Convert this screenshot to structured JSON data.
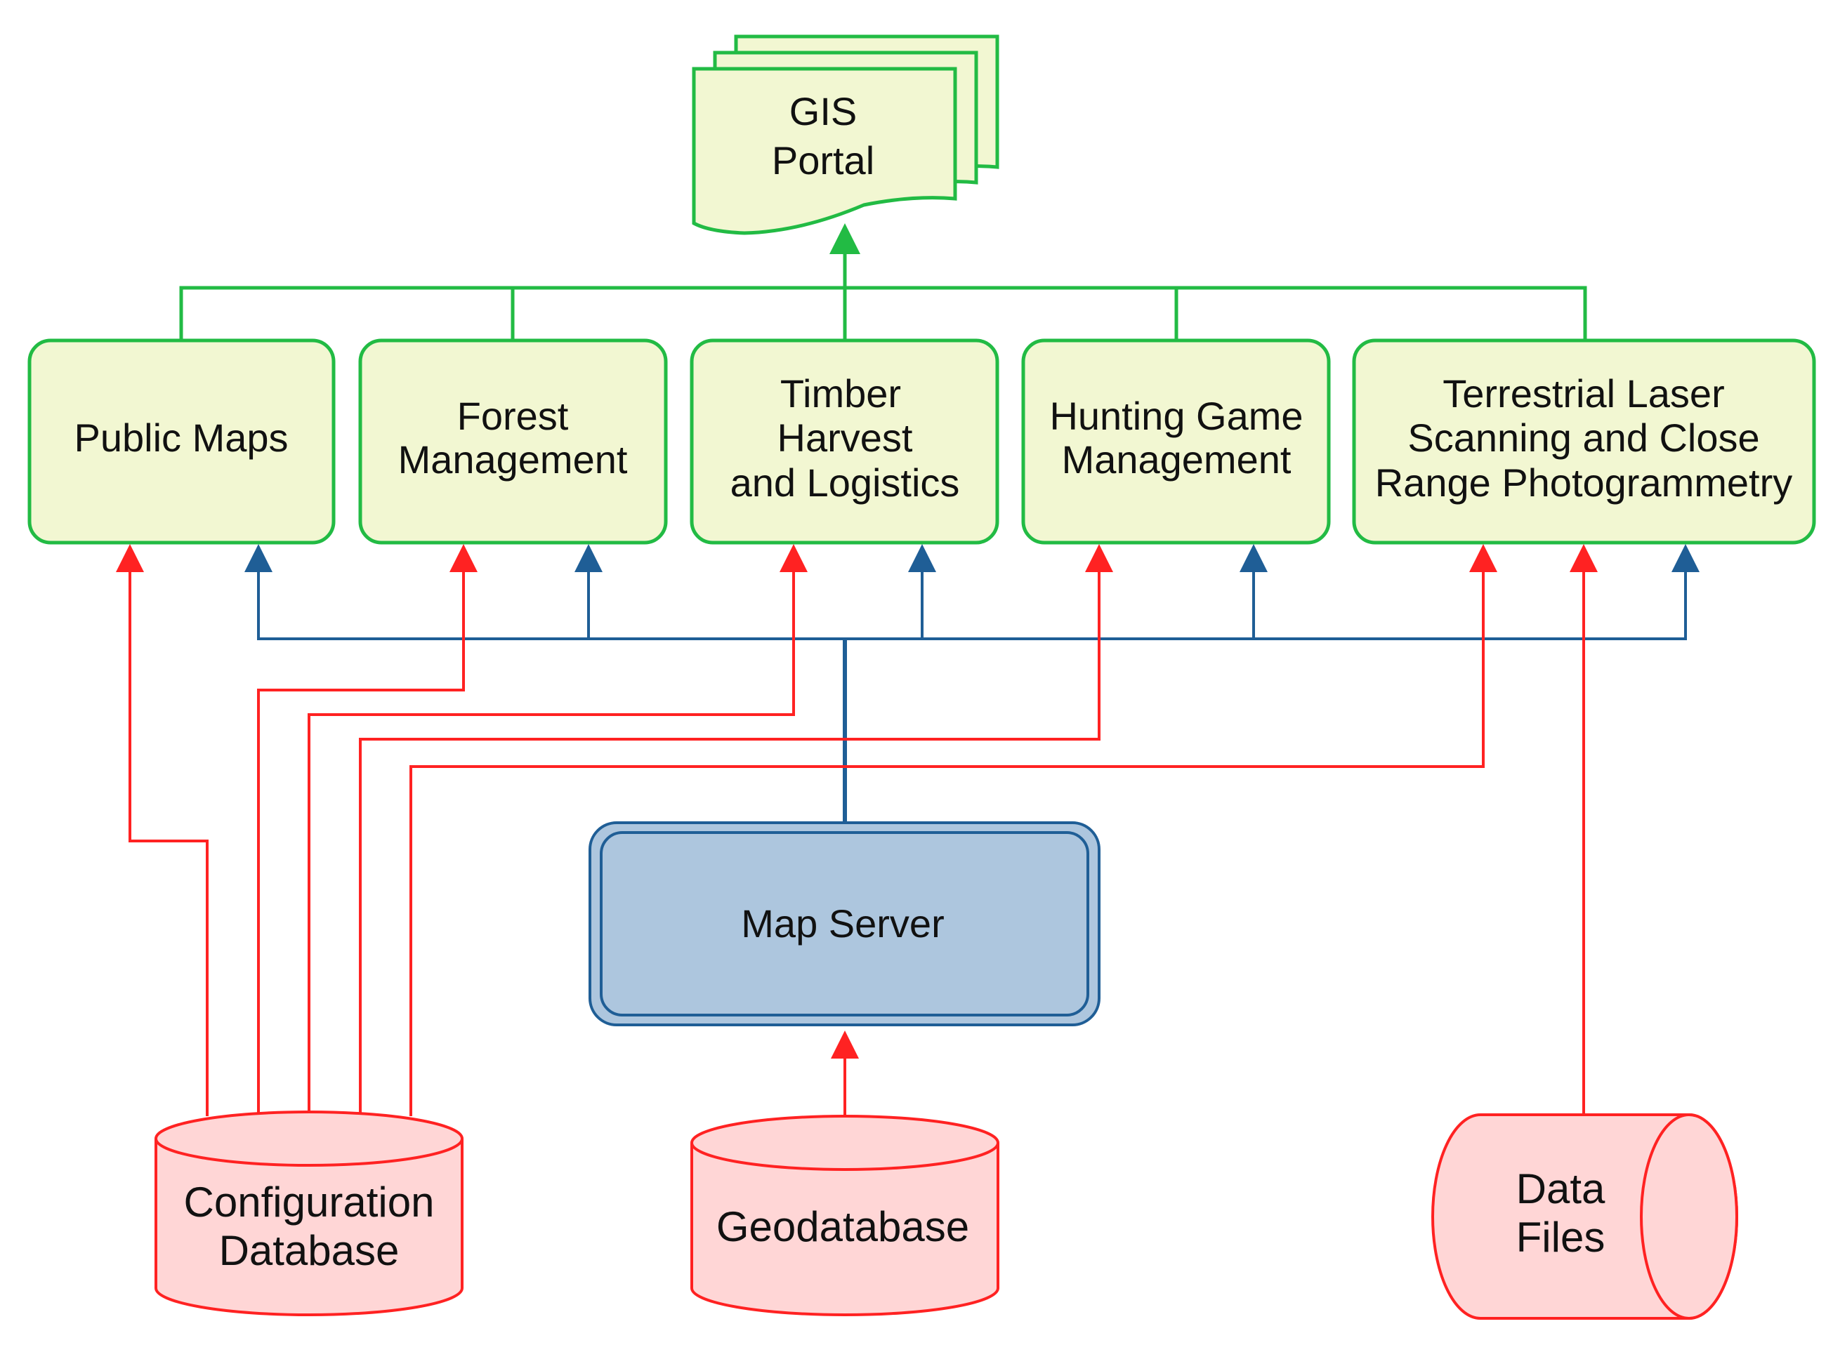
{
  "portal": {
    "line1": "GIS",
    "line2": "Portal"
  },
  "modules": {
    "public_maps": {
      "line1": "Public Maps"
    },
    "forest": {
      "line1": "Forest",
      "line2": "Management"
    },
    "timber": {
      "line1": "Timber",
      "line2": "Harvest",
      "line3": "and Logistics"
    },
    "hunting": {
      "line1": "Hunting Game",
      "line2": "Management"
    },
    "tls": {
      "line1": "Terrestrial Laser",
      "line2": "Scanning and Close",
      "line3": "Range Photogrammetry"
    }
  },
  "map_server": {
    "label": "Map Server"
  },
  "stores": {
    "config_db": {
      "line1": "Configuration",
      "line2": "Database"
    },
    "geodatabase": {
      "line1": "Geodatabase"
    },
    "data_files": {
      "line1": "Data",
      "line2": "Files"
    }
  },
  "colors": {
    "green_stroke": "#22bb44",
    "green_fill": "#f2f7d2",
    "blue_stroke": "#1f5e96",
    "blue_fill": "#adc6de",
    "red_stroke": "#ff2222",
    "red_fill": "#ffd6d6"
  }
}
